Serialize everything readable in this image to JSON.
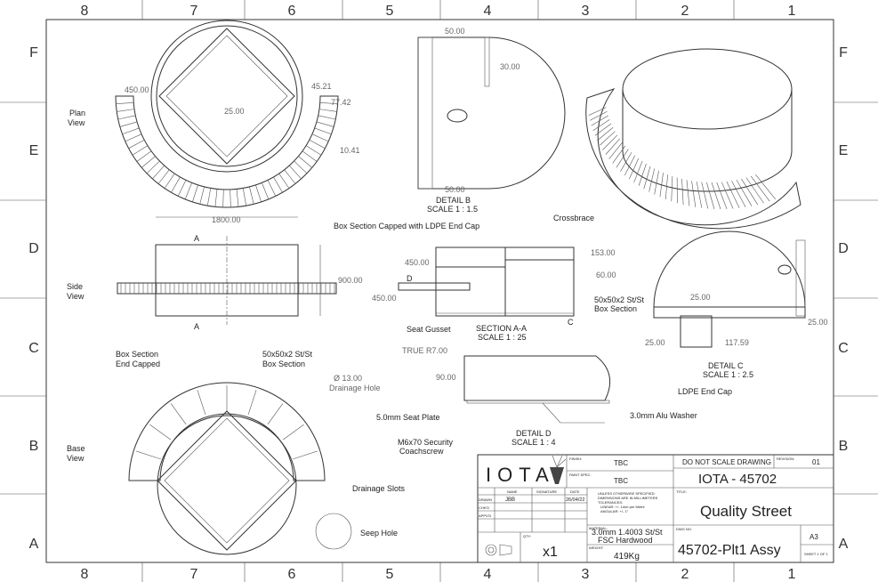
{
  "grid": {
    "columns": [
      "8",
      "7",
      "6",
      "5",
      "4",
      "3",
      "2",
      "1"
    ],
    "rows": [
      "F",
      "E",
      "D",
      "C",
      "B",
      "A"
    ]
  },
  "views": {
    "plan": {
      "label_1": "Plan",
      "label_2": "View",
      "dims": [
        "450.00",
        "45.21",
        "77.42",
        "25.00",
        "10.41"
      ]
    },
    "side": {
      "label_1": "Side",
      "label_2": "View",
      "dims": [
        "1800.00",
        "900.00"
      ],
      "section_mark": "A"
    },
    "base": {
      "label_1": "Base",
      "label_2": "View",
      "callouts": [
        "Box Section",
        "End Capped",
        "50x50x2 St/St",
        "Box Section",
        "Ø 13.00",
        "Drainage Hole",
        "Drainage Slots",
        "Seep Hole"
      ]
    },
    "detail_b": {
      "dims": [
        "50.00",
        "30.00",
        "50.00"
      ],
      "title": "DETAIL B",
      "scale": "SCALE 1 : 1.5"
    },
    "section_aa": {
      "title": "SECTION A-A",
      "scale": "SCALE 1 : 25",
      "callouts": [
        "Box Section Capped with LDPE  End Cap",
        "Crossbrace",
        "Seat Gusset"
      ],
      "dims": [
        "450.00",
        "450.00",
        "153.00",
        "60.00"
      ],
      "markers": [
        "D",
        "C"
      ]
    },
    "detail_c": {
      "title": "DETAIL C",
      "scale": "SCALE 1 : 2.5",
      "callouts": [
        "50x50x2 St/St",
        "Box Section",
        "LDPE End Cap"
      ],
      "dims": [
        "25.00",
        "25.00",
        "25.00",
        "117.59"
      ]
    },
    "detail_d": {
      "title": "DETAIL D",
      "scale": "SCALE 1 : 4",
      "callouts": [
        "TRUE R7.00",
        "5.0mm Seat Plate",
        "3.0mm Alu Washer",
        "M6x70 Security",
        "Coachscrew"
      ],
      "dims": [
        "90.00"
      ]
    }
  },
  "title_block": {
    "logo": "IOTA",
    "finish_label": "FINISH:",
    "finish": "TBC",
    "paint_label": "PAINT SPEC:",
    "paint": "TBC",
    "do_not_scale": "DO NOT SCALE DRAWING",
    "revision_label": "REVISION:",
    "revision": "01",
    "drawing_ref": "IOTA - 45702",
    "headers": {
      "name": "NAME",
      "signature": "SIGNATURE",
      "date": "DATE"
    },
    "drawn_label": "DRAWN",
    "drawn_name": "JBB",
    "drawn_date": "26/04/22",
    "chkd_label": "CHK'D",
    "appvd_label": "APPV'D",
    "tolerance_lines": [
      "UNLESS OTHERWISE SPECIFIED:",
      "DIMENSIONS ARE IN MILLIMETERS",
      "TOLERANCES:",
      "LINEAR: +/- 1mm per Metre",
      "ANGULAR: +/- 1°"
    ],
    "title_label": "TITLE:",
    "title": "Quality Street",
    "material_label": "MATERIAL:",
    "material_1": "3.0mm 1.4003 St/St",
    "material_2": "FSC Hardwood",
    "weight_label": "WEIGHT:",
    "weight": "419Kg",
    "qty_label": "QTY:",
    "qty": "x1",
    "dwg_label": "DWG NO.",
    "dwg_no": "45702-Plt1 Assy",
    "size": "A3",
    "sheet": "SHEET 1 OF 1"
  }
}
